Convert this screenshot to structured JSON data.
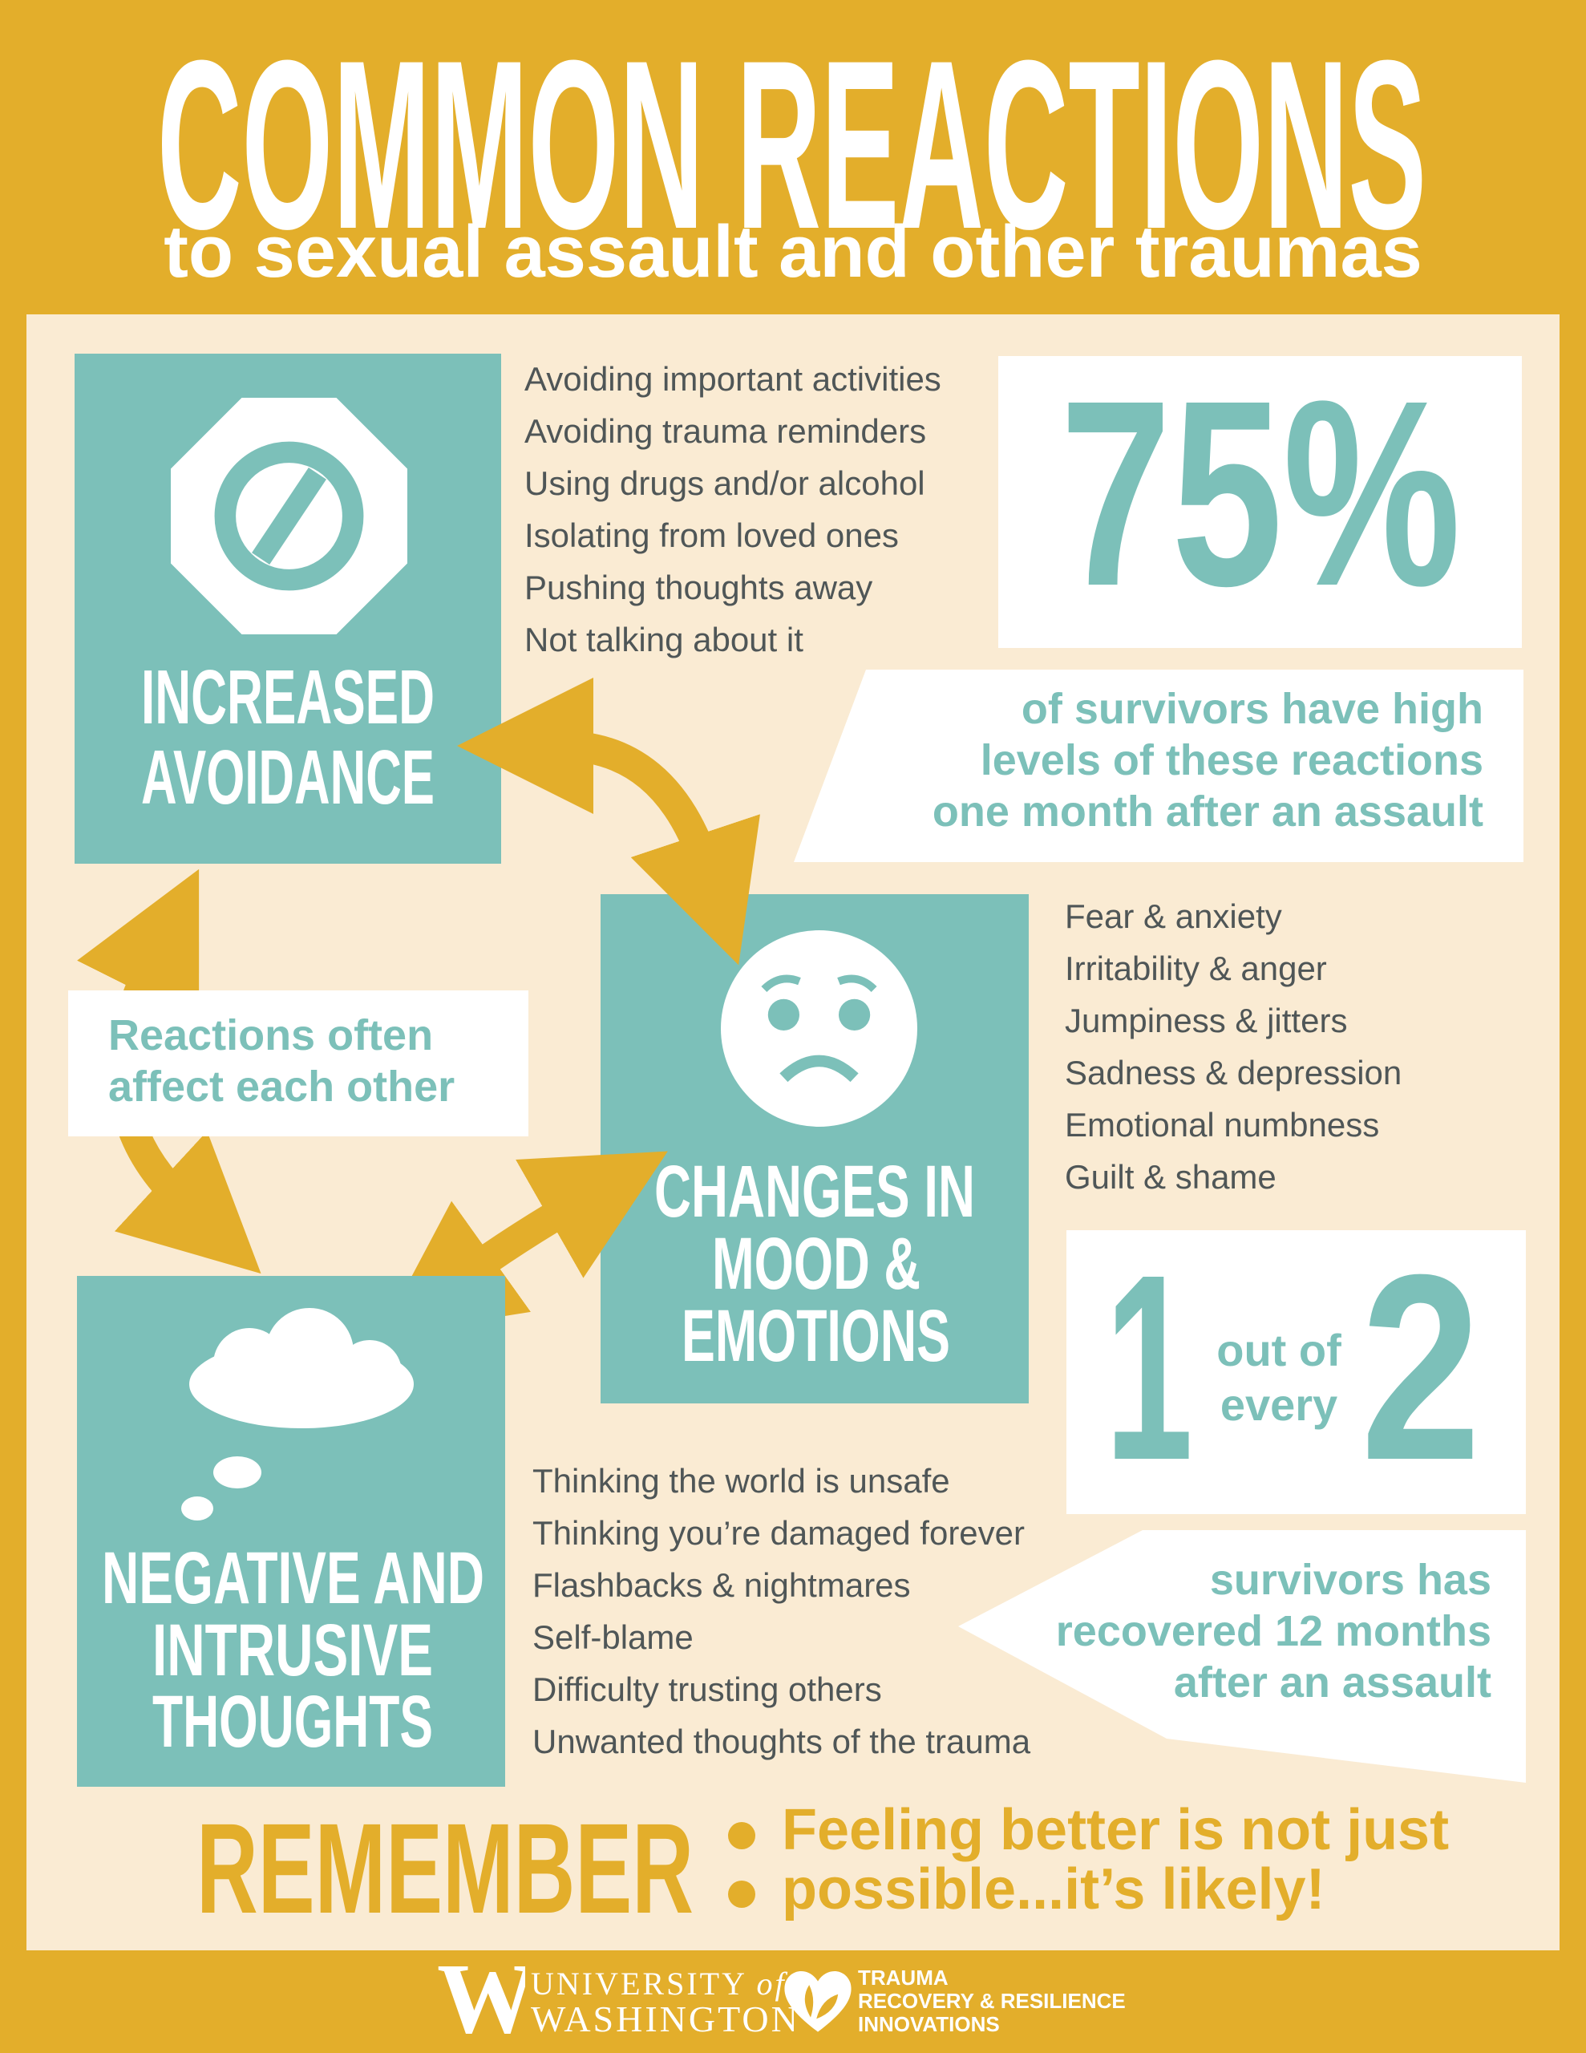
{
  "title": "COMMON REACTIONS",
  "subtitle": "to sexual assault and other traumas",
  "avoidance": {
    "heading": [
      "INCREASED",
      "AVOIDANCE"
    ],
    "icon": "no-sign-octagon-icon",
    "items": [
      "Avoiding important activities",
      "Avoiding trauma reminders",
      "Using drugs and/or alcohol",
      "Isolating from loved ones",
      "Pushing thoughts away",
      "Not talking about it"
    ]
  },
  "stat1": {
    "value": "75%",
    "caption": [
      "of survivors have high",
      "levels of these reactions",
      "one month after an assault"
    ]
  },
  "mood": {
    "heading": [
      "CHANGES IN",
      "MOOD &",
      "EMOTIONS"
    ],
    "icon": "sad-face-icon",
    "items": [
      "Fear & anxiety",
      "Irritability & anger",
      "Jumpiness & jitters",
      "Sadness & depression",
      "Emotional numbness",
      "Guilt & shame"
    ]
  },
  "connector_note": [
    "Reactions often",
    "affect each other"
  ],
  "stat2": {
    "num1": "1",
    "middle": [
      "out of",
      "every"
    ],
    "num2": "2",
    "caption": [
      "survivors has",
      "recovered 12 months",
      "after an assault"
    ]
  },
  "thoughts": {
    "heading": [
      "NEGATIVE AND",
      "INTRUSIVE",
      "THOUGHTS"
    ],
    "icon": "thought-cloud-icon",
    "items": [
      "Thinking the world is unsafe",
      "Thinking you’re damaged forever",
      "Flashbacks & nightmares",
      "Self-blame",
      "Difficulty trusting others",
      "Unwanted thoughts of the trauma"
    ]
  },
  "remember": {
    "label": "REMEMBER",
    "message": [
      "Feeling better is not just",
      "possible...it’s likely!"
    ]
  },
  "footer": {
    "uw": {
      "letter": "W",
      "line1": "UNIVERSITY",
      "of": "of",
      "line2": "WASHINGTON"
    },
    "trri": {
      "lines": [
        "TRAUMA",
        "RECOVERY & RESILIENCE",
        "INNOVATIONS"
      ]
    }
  },
  "colors": {
    "gold": "#E3AE2B",
    "cream": "#FAEBD3",
    "teal": "#7CC0B9",
    "text": "#4f5657"
  }
}
